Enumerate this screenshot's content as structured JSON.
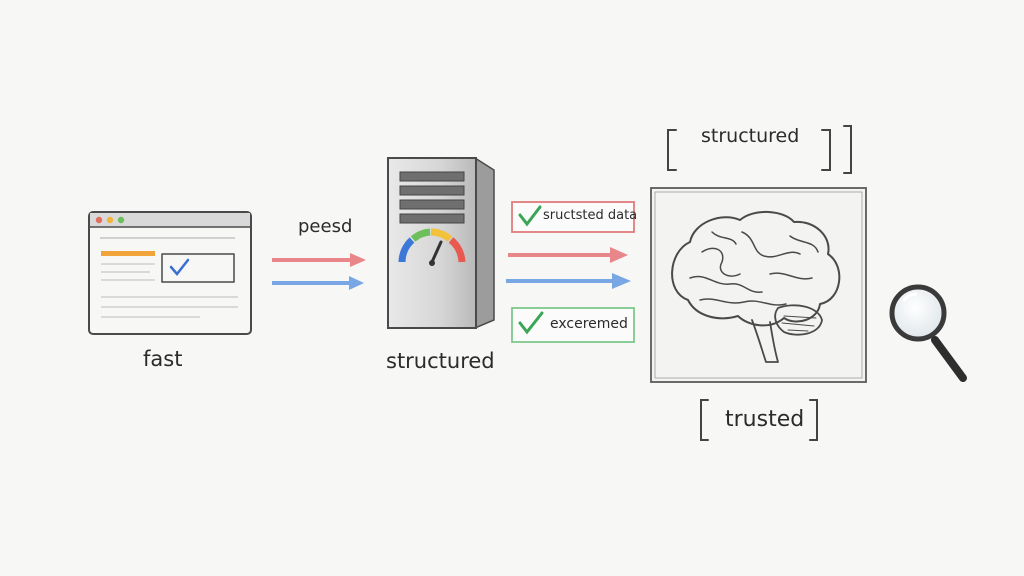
{
  "labels": {
    "browser": "fast",
    "arrow1": "peesd",
    "server": "structured",
    "tag_top": "sructsted data",
    "tag_bottom": "exceremed",
    "brain_top": "structured",
    "brain_bottom": "trusted"
  },
  "colors": {
    "red_arrow": "#e8868a",
    "blue_arrow": "#79a7e6",
    "check_green": "#3aa655",
    "tag_red_border": "#e07c7c",
    "tag_green_border": "#7dc88d",
    "orange_bar": "#f0a43a",
    "dot_red": "#e46d5e",
    "dot_yellow": "#f2b53c",
    "dot_green": "#6cbf5a",
    "gauge_colors": [
      "#3b78d8",
      "#6cbf5a",
      "#f2c23c",
      "#e85a4f"
    ]
  },
  "icons": [
    "browser-window-icon",
    "server-tower-icon",
    "speed-gauge-icon",
    "brain-icon",
    "magnifying-glass-icon",
    "checkmark-icon"
  ]
}
